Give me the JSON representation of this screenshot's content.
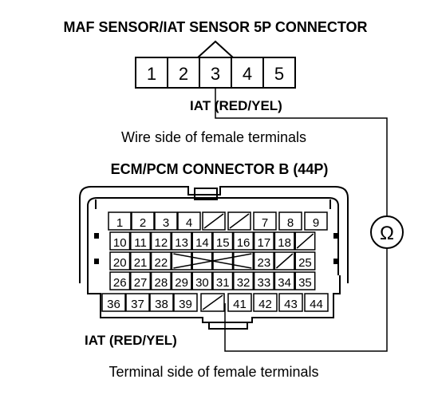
{
  "titles": {
    "maf_connector": "MAF SENSOR/IAT SENSOR 5P CONNECTOR",
    "ecm_connector": "ECM/PCM CONNECTOR B (44P)"
  },
  "labels": {
    "iat_top": "IAT (RED/YEL)",
    "iat_bottom": "IAT (RED/YEL)",
    "wire_side": "Wire side of female terminals",
    "terminal_side": "Terminal side of female terminals"
  },
  "symbols": {
    "ohmmeter": "Ω",
    "ohmmeter_icon": "ohmmeter-icon"
  },
  "maf_pins": [
    "1",
    "2",
    "3",
    "4",
    "5"
  ],
  "ecm_rows": {
    "row1": [
      "1",
      "2",
      "3",
      "4",
      "",
      "",
      "7",
      "8",
      "9"
    ],
    "row2": [
      "10",
      "11",
      "12",
      "13",
      "14",
      "15",
      "16",
      "17",
      "18",
      ""
    ],
    "row3": [
      "20",
      "21",
      "22",
      "",
      "",
      "",
      "",
      "23",
      "",
      "25"
    ],
    "row4": [
      "26",
      "27",
      "28",
      "29",
      "30",
      "31",
      "32",
      "33",
      "34",
      "35"
    ],
    "row5": [
      "36",
      "37",
      "38",
      "39",
      "",
      "41",
      "42",
      "43",
      "44"
    ]
  }
}
